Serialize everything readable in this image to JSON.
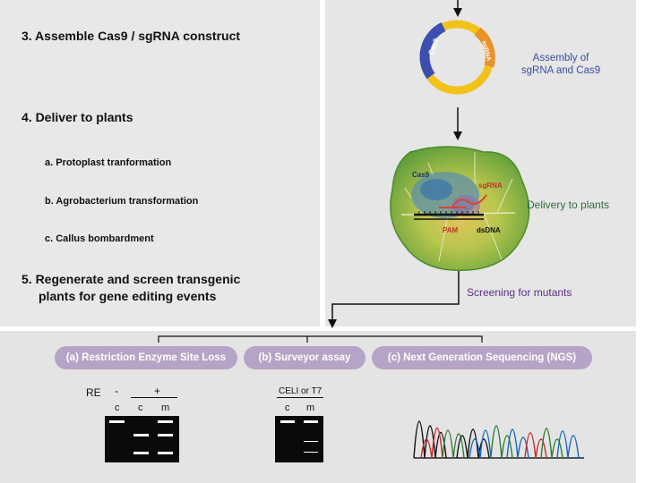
{
  "steps": {
    "step3": "3. Assemble Cas9 / sgRNA construct",
    "step4": "4. Deliver to plants",
    "step4a": "a. Protoplast tranformation",
    "step4b": "b. Agrobacterium transformation",
    "step4c": "c. Callus bombardment",
    "step5_line1": "5. Regenerate and screen transgenic",
    "step5_line2": "plants for gene editing events"
  },
  "diagram": {
    "plasmid_cas9": "Cas9",
    "plasmid_sgrna": "sgRNA",
    "assembly_line1": "Assembly of",
    "assembly_line2": "sgRNA and Cas9",
    "leaf_cas9": "Cas9",
    "leaf_sgrna": "sgRNA",
    "leaf_pam": "PAM",
    "leaf_dsdna": "dsDNA",
    "delivery": "Delivery to plants",
    "screening": "Screening for mutants"
  },
  "assays": {
    "a": "(a) Restriction Enzyme Site Loss",
    "b": "(b) Surveyor assay",
    "c": "(c) Next Generation Sequencing (NGS)"
  },
  "gel_a": {
    "re_label": "RE",
    "minus": "-",
    "plus": "+",
    "lanes": [
      "c",
      "c",
      "m"
    ]
  },
  "gel_b": {
    "enzyme_label": "CELI or T7",
    "lanes": [
      "c",
      "m"
    ]
  },
  "colors": {
    "pill": "#b6a4c6",
    "assembly_text": "#3a4fa0",
    "delivery_text": "#2f6b3c",
    "screening_text": "#5b2d82",
    "leaf": "#7fb84a",
    "plasmid_yellow": "#f2c21a",
    "plasmid_blue": "#3b4fb0",
    "plasmid_orange": "#e8922a"
  }
}
